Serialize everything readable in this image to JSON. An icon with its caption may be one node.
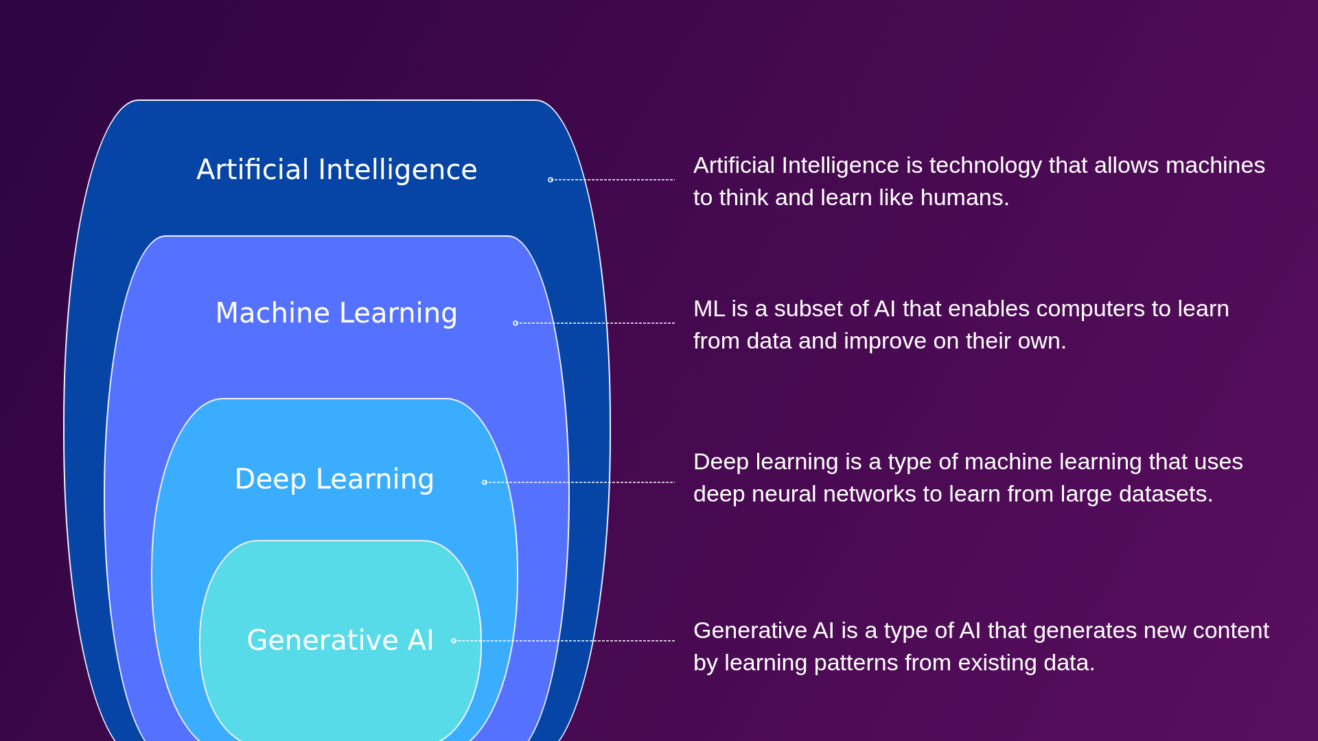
{
  "diagram": {
    "nodes": [
      {
        "text": [
          "Artificial Intelligence"
        ]
      },
      {
        "text": [
          "Machine Learning"
        ],
        "in": 0
      },
      {
        "text": [
          "Deep Learning"
        ],
        "in": 1
      },
      {
        "text": [
          "Generative AI"
        ],
        "in": 2
      },
      {
        "text": [
          "Artificial Intelligence is technology that allows machines to think and learn like humans."
        ]
      },
      {
        "text": [
          "ML is a subset of AI that enables computers to learn from data and improve on their own."
        ]
      },
      {
        "text": [
          "Deep learning is a type of machine learning that uses deep neural networks to learn from large datasets."
        ]
      },
      {
        "text": [
          "Generative AI is a type of AI that generates new content by learning patterns from existing data."
        ]
      }
    ],
    "edges": [
      {
        "from": 0,
        "to": 4,
        "arrow": "other",
        "style": "dashed"
      },
      {
        "from": 1,
        "to": 5,
        "arrow": "other",
        "style": "dashed"
      },
      {
        "from": 2,
        "to": 6,
        "arrow": "other",
        "style": "dashed"
      },
      {
        "from": 3,
        "to": 7,
        "arrow": "other",
        "style": "dashed"
      }
    ]
  }
}
